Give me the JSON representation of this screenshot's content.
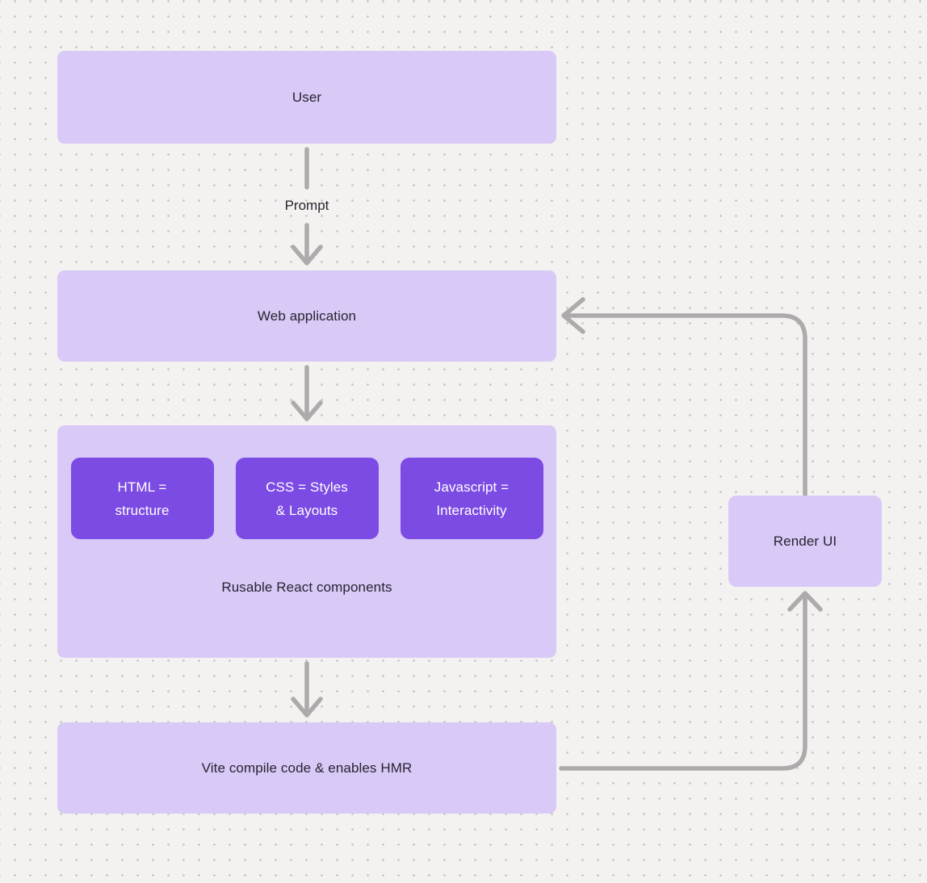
{
  "colors": {
    "background": "#f4f2f0",
    "dot": "#c9c7c5",
    "node_fill": "#d8c9f7",
    "inner_fill": "#7c4be4",
    "inner_text": "#ffffff",
    "text": "#272430",
    "connector": "#acaaaa"
  },
  "diagram": {
    "nodes": {
      "user": {
        "label": "User"
      },
      "web_application": {
        "label": "Web application"
      },
      "components_group": {
        "caption": "Rusable React components",
        "children": [
          {
            "label": "HTML = structure"
          },
          {
            "label": "CSS = Styles & Layouts"
          },
          {
            "label": "Javascript = Interactivity"
          }
        ]
      },
      "vite": {
        "label": "Vite compile code & enables HMR"
      },
      "render_ui": {
        "label": "Render UI"
      }
    },
    "edge_labels": {
      "prompt": "Prompt"
    }
  }
}
